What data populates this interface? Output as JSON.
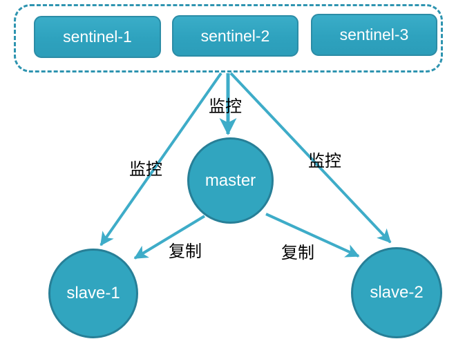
{
  "diagram": {
    "type": "redis-sentinel-topology",
    "sentinel_group": {
      "items": [
        {
          "label": "sentinel-1"
        },
        {
          "label": "sentinel-2"
        },
        {
          "label": "sentinel-3"
        }
      ]
    },
    "nodes": {
      "master": {
        "label": "master"
      },
      "slave1": {
        "label": "slave-1"
      },
      "slave2": {
        "label": "slave-2"
      }
    },
    "edges": {
      "monitor_slave1": {
        "from": "sentinel-group",
        "to": "slave-1",
        "label": "监控"
      },
      "monitor_master": {
        "from": "sentinel-group",
        "to": "master",
        "label": "监控"
      },
      "monitor_slave2": {
        "from": "sentinel-group",
        "to": "slave-2",
        "label": "监控"
      },
      "replicate_slave1": {
        "from": "master",
        "to": "slave-1",
        "label": "复制"
      },
      "replicate_slave2": {
        "from": "master",
        "to": "slave-2",
        "label": "复制"
      }
    },
    "colors": {
      "node_fill": "#31A5BF",
      "box_border": "#2B8CA6",
      "circle_border": "#277F97",
      "dash_border": "#2E94B0",
      "edge_line": "#3EACC8",
      "node_text": "#FFFFFF",
      "edge_label_text": "#000000",
      "background": "#FFFFFF"
    }
  }
}
